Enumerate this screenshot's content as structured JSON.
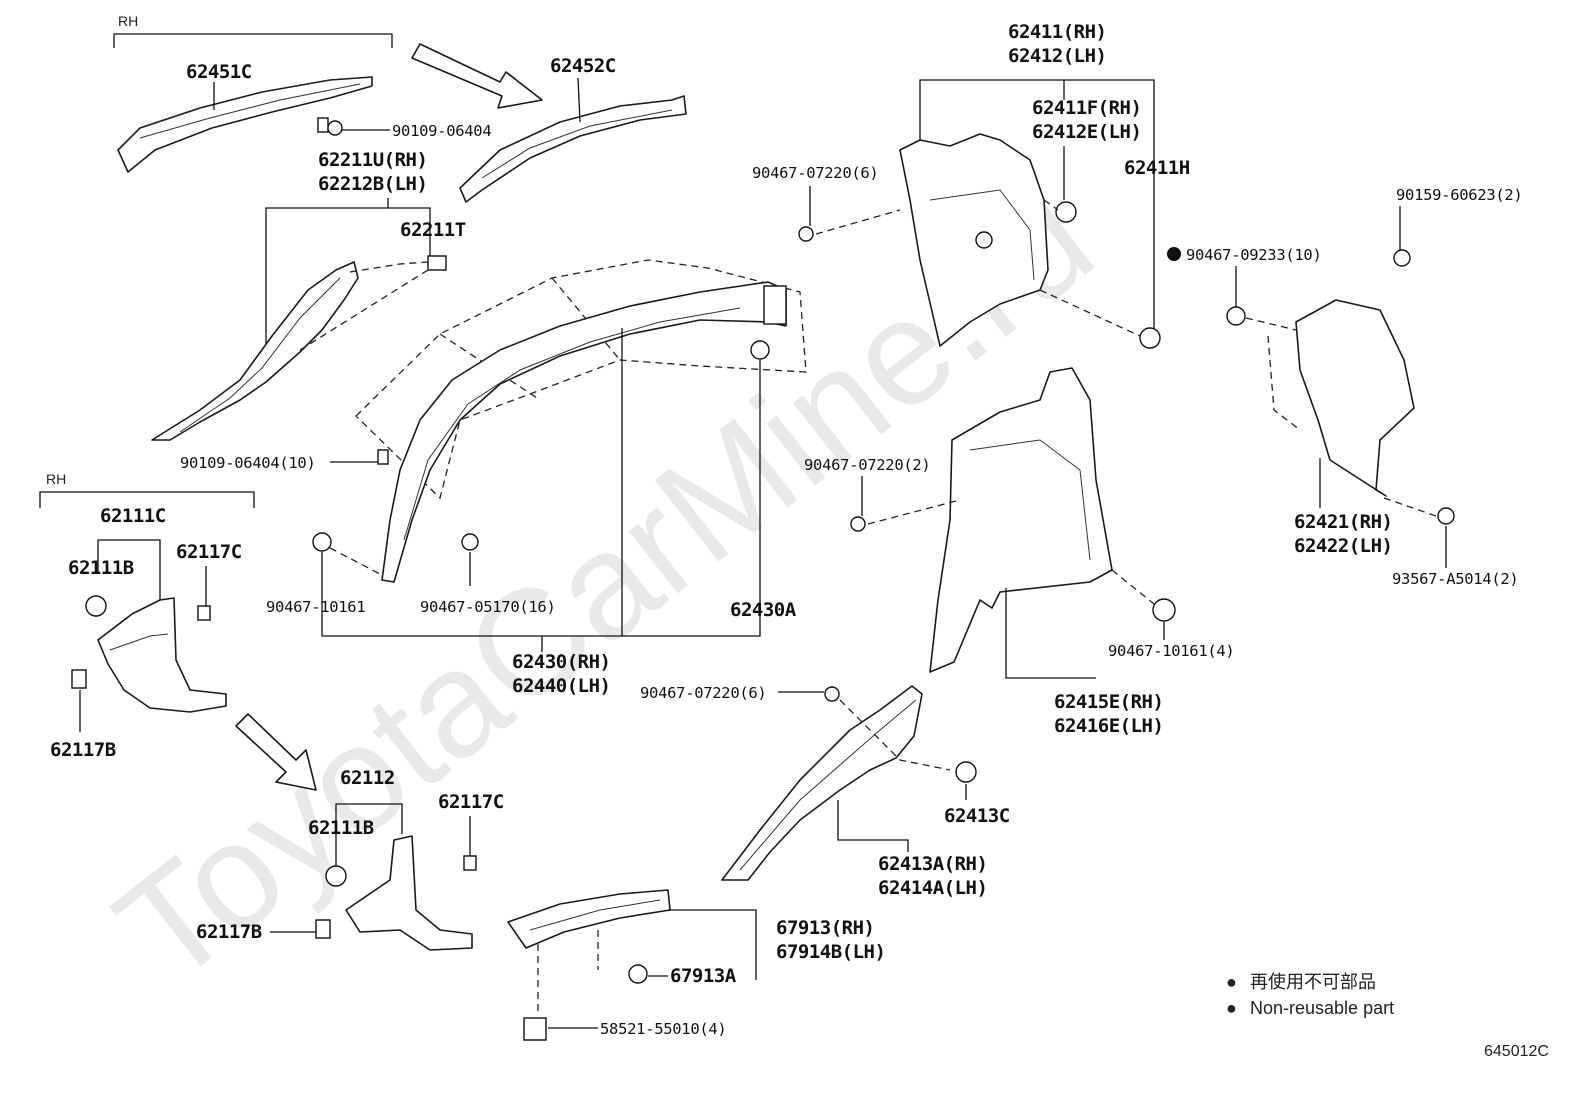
{
  "watermark": "ToyotaCarMine.ru",
  "figure_code": "645012C",
  "legend": {
    "items": [
      {
        "marker": "●",
        "text": "再使用不可部品"
      },
      {
        "marker": "●",
        "text": "Non-reusable part"
      }
    ]
  },
  "groups": {
    "rh_top": "RH",
    "rh_left": "RH"
  },
  "labels": {
    "p62451C": "62451C",
    "p62452C": "62452C",
    "s90109_06404": "90109-06404",
    "p62211U": "62211U(RH)",
    "p62212B": "62212B(LH)",
    "p62211T": "62211T",
    "s90109_06404_10": "90109-06404(10)",
    "p62111C": "62111C",
    "p62111B_a": "62111B",
    "p62117C_a": "62117C",
    "p62117B_a": "62117B",
    "p62112": "62112",
    "p62111B_b": "62111B",
    "p62117C_b": "62117C",
    "p62117B_b": "62117B",
    "s90467_10161": "90467-10161",
    "s90467_05170_16": "90467-05170(16)",
    "p62430A": "62430A",
    "p62430RH": "62430(RH)",
    "p62440LH": "62440(LH)",
    "p62411RH": "62411(RH)",
    "p62412LH": "62412(LH)",
    "p62411F": "62411F(RH)",
    "p62412E": "62412E(LH)",
    "p62411H": "62411H",
    "s90467_07220_6a": "90467-07220(6)",
    "s90159_60623_2": "90159-60623(2)",
    "s90467_09233_10": "90467-09233(10)",
    "s90467_07220_2": "90467-07220(2)",
    "p62421RH": "62421(RH)",
    "p62422LH": "62422(LH)",
    "s93567_A5014_2": "93567-A5014(2)",
    "s90467_10161_4": "90467-10161(4)",
    "p62415E": "62415E(RH)",
    "p62416E": "62416E(LH)",
    "s90467_07220_6b": "90467-07220(6)",
    "p62413C": "62413C",
    "p62413A": "62413A(RH)",
    "p62414A": "62414A(LH)",
    "p67913RH": "67913(RH)",
    "p67914B": "67914B(LH)",
    "p67913A": "67913A",
    "s58521_55010_4": "58521-55010(4)"
  }
}
